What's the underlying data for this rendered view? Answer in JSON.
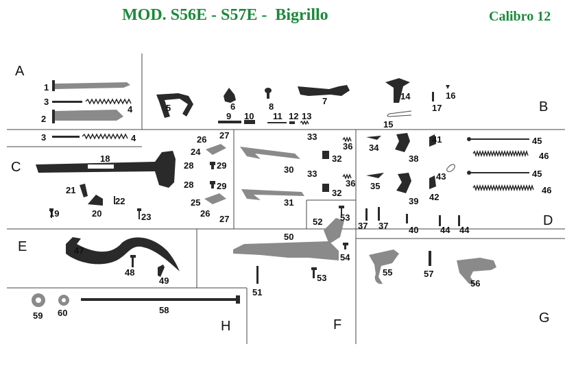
{
  "header": {
    "title": "MOD. S56E - S57E -  Bigrillo",
    "calibre": "Calibro 12"
  },
  "colors": {
    "title": "#1a8a3a",
    "ink": "#222222"
  },
  "sections": [
    "A",
    "B",
    "C",
    "D",
    "E",
    "F",
    "G",
    "H"
  ],
  "parts": {
    "p1": "1",
    "p2": "2",
    "p3a": "3",
    "p3b": "3",
    "p4a": "4",
    "p4b": "4",
    "p5": "5",
    "p6": "6",
    "p7": "7",
    "p8": "8",
    "p9": "9",
    "p10": "10",
    "p11": "11",
    "p12": "12",
    "p13": "13",
    "p14": "14",
    "p15": "15",
    "p16": "16",
    "p17": "17",
    "p18": "18",
    "p19": "19",
    "p20": "20",
    "p21": "21",
    "p22": "22",
    "p23": "23",
    "p24": "24",
    "p25": "25",
    "p26a": "26",
    "p26b": "26",
    "p27a": "27",
    "p27b": "27",
    "p28a": "28",
    "p28b": "28",
    "p29a": "29",
    "p29b": "29",
    "p30": "30",
    "p31": "31",
    "p32a": "32",
    "p32b": "32",
    "p33a": "33",
    "p33b": "33",
    "p34": "34",
    "p35": "35",
    "p36a": "36",
    "p36b": "36",
    "p37a": "37",
    "p37b": "37",
    "p38": "38",
    "p39": "39",
    "p40": "40",
    "p41": "41",
    "p42": "42",
    "p43": "43",
    "p44a": "44",
    "p44b": "44",
    "p45a": "45",
    "p45b": "45",
    "p46a": "46",
    "p46b": "46",
    "p47": "47",
    "p48": "48",
    "p49": "49",
    "p50": "50",
    "p51": "51",
    "p52": "52",
    "p53a": "53",
    "p53b": "53",
    "p54": "54",
    "p55": "55",
    "p56": "56",
    "p57": "57",
    "p58": "58",
    "p59": "59",
    "p60": "60"
  }
}
